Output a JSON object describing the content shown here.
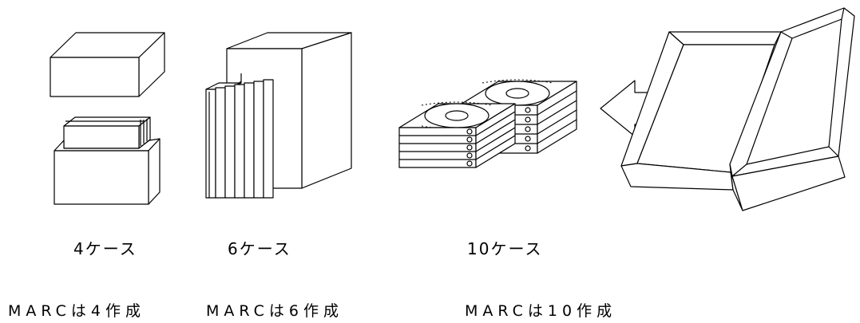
{
  "items": [
    {
      "case_label": "4ケース",
      "marc_label": "MARCは4作成"
    },
    {
      "case_label": "6ケース",
      "marc_label": "MARCは6作成"
    },
    {
      "case_label": "10ケース",
      "marc_label": "MARCは10作成"
    }
  ],
  "icons": [
    "box-with-lid-icon",
    "book-slipcase-icon",
    "disc-case-stack-icon",
    "arrow-left-icon",
    "open-tray-icon"
  ]
}
